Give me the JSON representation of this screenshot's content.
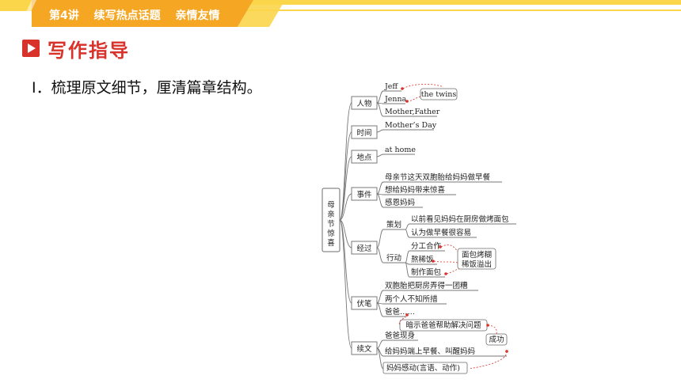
{
  "header": {
    "lecture": "第4讲",
    "topic": "续写热点话题",
    "theme": "亲情友情"
  },
  "section": {
    "title": "写作指导"
  },
  "subtitle": "Ⅰ．梳理原文细节，厘清篇章结构。",
  "mindmap": {
    "root": "母亲节惊喜",
    "nodes": {
      "people": {
        "label": "人物",
        "items": [
          "Jeff",
          "Jenna",
          "Mother,Father"
        ],
        "note": "the twins"
      },
      "time": {
        "label": "时间",
        "items": [
          "Mother’s Day"
        ]
      },
      "place": {
        "label": "地点",
        "items": [
          "at home"
        ]
      },
      "event": {
        "label": "事件",
        "items": [
          "母亲节这天双胞胎给妈妈做早餐",
          "想给妈妈带来惊喜",
          "感恩妈妈"
        ]
      },
      "process": {
        "label": "经过",
        "plan": {
          "label": "策划",
          "items": [
            "以前看见妈妈在厨房做烤面包",
            "认为做早餐很容易"
          ]
        },
        "action": {
          "label": "行动",
          "items": [
            "分工合作",
            "熬稀饭",
            "制作面包"
          ],
          "note_line1": "面包烤糊",
          "note_line2": "稀饭溢出"
        }
      },
      "foreshadow": {
        "label": "伏笔",
        "items": [
          "双胞胎把厨房弄得一团糟",
          "两个人不知所措",
          "爸爸……"
        ],
        "note": "暗示爸爸帮助解决问题"
      },
      "continuation": {
        "label": "续文",
        "items": [
          "爸爸现身",
          "给妈妈端上早餐、叫醒妈妈",
          "妈妈感动(言语、动作)"
        ],
        "note": "成功"
      }
    }
  },
  "colors": {
    "accent_red": "#d8322a",
    "header_orange": "#f5a623",
    "header_yellow": "#fbd54a",
    "node_border": "#6b6b6b"
  }
}
